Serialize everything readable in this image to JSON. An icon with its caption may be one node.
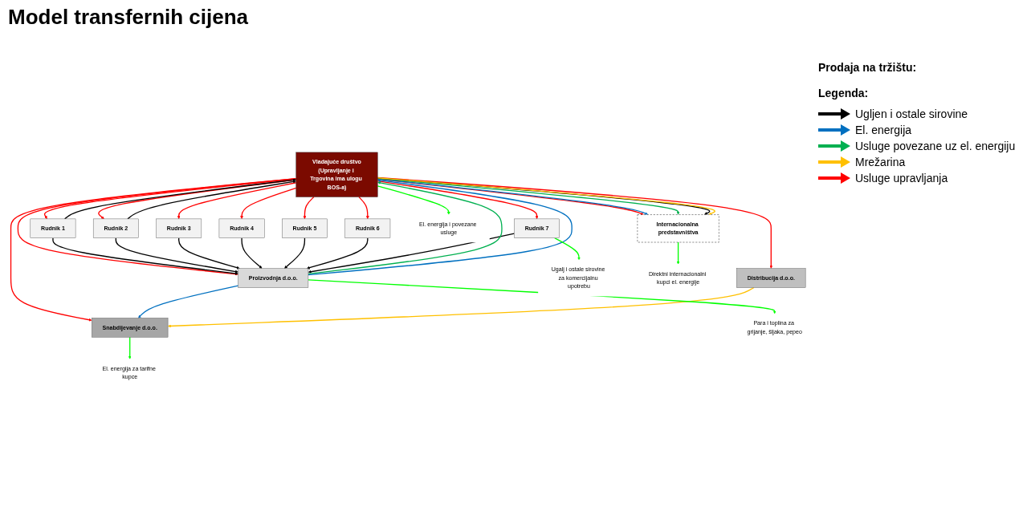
{
  "diagram": {
    "title": "Model transfernih cijena",
    "nodes": [
      {
        "text": [
          "Vladajuće društvo",
          "(Upravljanje i Trgovina ima ulogu BOS-a)"
        ]
      },
      {
        "text": [
          "Rudnik 1"
        ]
      },
      {
        "text": [
          "Rudnik 2"
        ]
      },
      {
        "text": [
          "Rudnik 3"
        ]
      },
      {
        "text": [
          "Rudnik 4"
        ]
      },
      {
        "text": [
          "Rudnik 5"
        ]
      },
      {
        "text": [
          "Rudnik 6"
        ]
      },
      {
        "text": [
          "Rudnik 7"
        ]
      },
      {
        "text": [
          "Proizvodnja d.o.o."
        ]
      },
      {
        "text": [
          "Distribucija d.o.o."
        ]
      },
      {
        "text": [
          "Snabdijevanje d.o.o."
        ]
      },
      {
        "text": [
          "Internacionalna predstavništva"
        ]
      },
      {
        "text": [
          "Ugalj i ostale sirovine za komercijalnu upotrebu"
        ]
      },
      {
        "text": [
          "Para i toplina za grijanje, šljaka, pepeo"
        ]
      },
      {
        "text": [
          "El. energija za tarifne kupce"
        ]
      },
      {
        "text": [
          "Direktni internacionalni kupci el. energije"
        ]
      },
      {
        "text": [
          "El. energija i povezane usluge"
        ]
      }
    ],
    "edges": [
      {
        "from": 0,
        "to": 1,
        "arrow": "to",
        "color": "#ff0000"
      },
      {
        "from": 0,
        "to": 2,
        "arrow": "to",
        "color": "#ff0000"
      },
      {
        "from": 0,
        "to": 3,
        "arrow": "to",
        "color": "#ff0000"
      },
      {
        "from": 0,
        "to": 4,
        "arrow": "to",
        "color": "#ff0000"
      },
      {
        "from": 0,
        "to": 5,
        "arrow": "to",
        "color": "#ff0000"
      },
      {
        "from": 0,
        "to": 6,
        "arrow": "to",
        "color": "#ff0000"
      },
      {
        "from": 0,
        "to": 7,
        "arrow": "to",
        "color": "#ff0000"
      },
      {
        "from": 0,
        "to": 8,
        "arrow": "to",
        "color": "#ff0000"
      },
      {
        "from": 0,
        "to": 9,
        "arrow": "to",
        "color": "#ff0000"
      },
      {
        "from": 0,
        "to": 10,
        "arrow": "to",
        "color": "#ff0000"
      },
      {
        "from": 0,
        "to": 11,
        "arrow": "to",
        "color": "#ff0000"
      },
      {
        "from": 1,
        "to": 8,
        "arrow": "to",
        "color": "#000000"
      },
      {
        "from": 2,
        "to": 8,
        "arrow": "to",
        "color": "#000000"
      },
      {
        "from": 3,
        "to": 8,
        "arrow": "to",
        "color": "#000000"
      },
      {
        "from": 4,
        "to": 8,
        "arrow": "to",
        "color": "#000000"
      },
      {
        "from": 5,
        "to": 8,
        "arrow": "to",
        "color": "#000000"
      },
      {
        "from": 6,
        "to": 8,
        "arrow": "to",
        "color": "#000000"
      },
      {
        "from": 7,
        "to": 8,
        "arrow": "to",
        "color": "#000000"
      },
      {
        "from": 1,
        "to": 0,
        "arrow": "to",
        "color": "#000000"
      },
      {
        "from": 2,
        "to": 0,
        "arrow": "to",
        "color": "#000000"
      },
      {
        "from": 8,
        "to": 0,
        "arrow": "to",
        "color": "#00b050"
      },
      {
        "from": 8,
        "to": 0,
        "arrow": "to",
        "color": "#0070c0"
      },
      {
        "from": 8,
        "to": 10,
        "arrow": "to",
        "color": "#0070c0"
      },
      {
        "from": 9,
        "to": 10,
        "arrow": "to",
        "color": "#ffc000"
      },
      {
        "from": 0,
        "to": 11,
        "arrow": "to",
        "color": "#0070c0"
      },
      {
        "from": 0,
        "to": 11,
        "arrow": "to",
        "color": "#00b050"
      },
      {
        "from": 0,
        "to": 11,
        "arrow": "to",
        "color": "#000000"
      },
      {
        "from": 0,
        "to": 11,
        "arrow": "to",
        "color": "#ffc000"
      },
      {
        "from": 7,
        "to": 12,
        "arrow": "to",
        "color": "#00ff00"
      },
      {
        "from": 8,
        "to": 13,
        "arrow": "to",
        "color": "#00ff00"
      },
      {
        "from": 10,
        "to": 14,
        "arrow": "to",
        "color": "#00ff00"
      },
      {
        "from": 11,
        "to": 15,
        "arrow": "to",
        "color": "#00ff00"
      },
      {
        "from": 0,
        "to": 16,
        "arrow": "to",
        "color": "#00ff00"
      }
    ],
    "labels": [
      "Prodaja na tržištu:",
      "Legenda:"
    ],
    "legend": [
      {
        "text": "Ugljen i ostale sirovine",
        "color": "#000000"
      },
      {
        "text": "El. energija",
        "color": "#0070c0"
      },
      {
        "text": "Usluge povezane uz el. energiju",
        "color": "#00b050"
      },
      {
        "text": "Mrežarina",
        "color": "#ffc000"
      },
      {
        "text": "Usluge upravljanja",
        "color": "#ff0000"
      }
    ]
  }
}
